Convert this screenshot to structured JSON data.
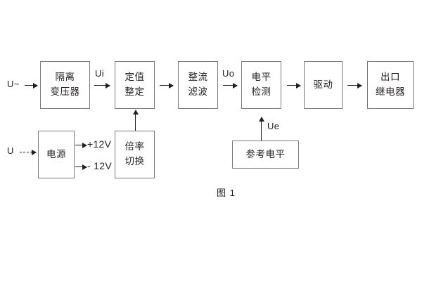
{
  "figure": {
    "caption": "图 1"
  },
  "blocks": {
    "isolation_transformer": {
      "line1": "隔离",
      "line2": "变压器"
    },
    "setpoint_setting": {
      "line1": "定值",
      "line2": "整定"
    },
    "rectify_filter": {
      "line1": "整流",
      "line2": "滤波"
    },
    "level_detect": {
      "line1": "电平",
      "line2": "检测"
    },
    "drive": {
      "line1": "驱动"
    },
    "output_relay": {
      "line1": "出口",
      "line2": "继电器"
    },
    "power_supply": {
      "line1": "电源"
    },
    "multiplier_switch": {
      "line1": "倍率",
      "line2": "切换"
    },
    "reference_level": {
      "line1": "参考电平"
    }
  },
  "signals": {
    "input_ac": "U~",
    "input_dc": "U",
    "ui": "Ui",
    "uo": "Uo",
    "ue": "Ue",
    "rail_positive": "+12V",
    "rail_negative": "- 12V"
  },
  "colors": {
    "stroke": "#777b80",
    "text": "#231f20",
    "arrow": "#231f20",
    "background": "#ffffff"
  }
}
